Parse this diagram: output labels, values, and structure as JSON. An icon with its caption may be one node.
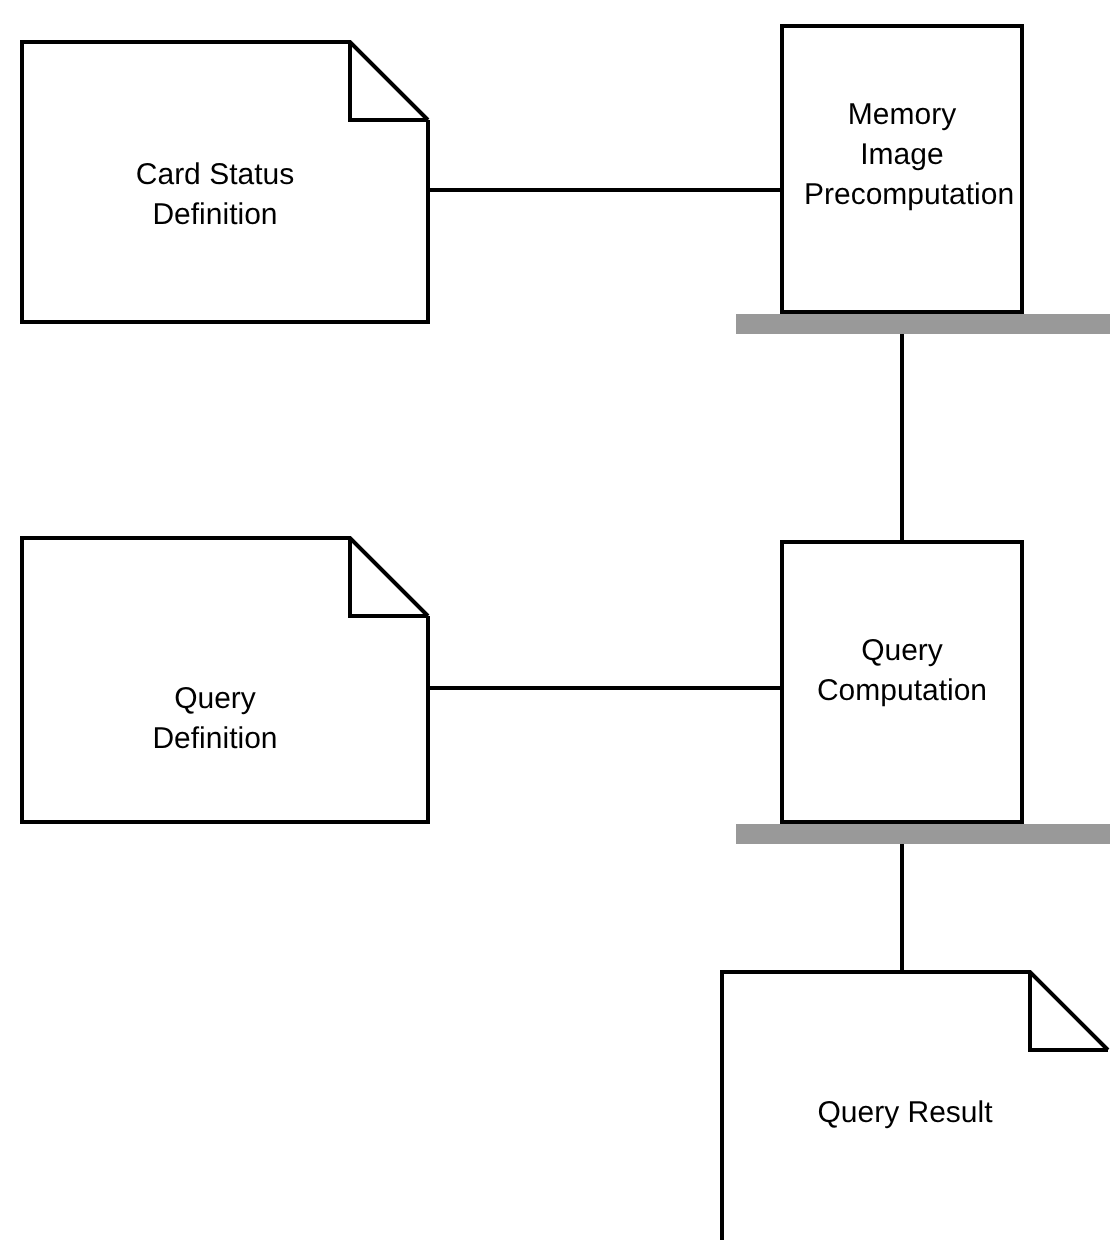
{
  "diagram": {
    "nodes": [
      {
        "text": [
          "Card Status Definition"
        ]
      },
      {
        "text": [
          "Memory Image Precomputation"
        ]
      },
      {
        "text": [
          "Query Definition"
        ]
      },
      {
        "text": [
          "Query Computation"
        ]
      },
      {
        "text": [
          "Query Result"
        ]
      }
    ],
    "edges": [
      {
        "from": 0,
        "to": 1,
        "arrow": "none"
      },
      {
        "from": 1,
        "to": 3,
        "arrow": "none"
      },
      {
        "from": 2,
        "to": 3,
        "arrow": "none"
      },
      {
        "from": 3,
        "to": 4,
        "arrow": "none"
      }
    ]
  }
}
